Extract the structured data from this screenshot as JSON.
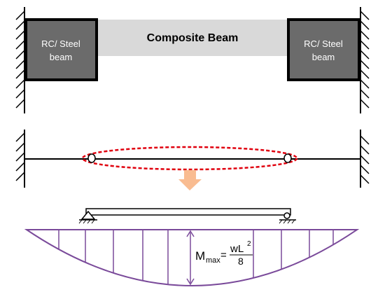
{
  "labels": {
    "composite_beam": "Composite Beam",
    "left_block_line1": "RC/ Steel",
    "left_block_line2": "beam",
    "right_block_line1": "RC/ Steel",
    "right_block_line2": "beam",
    "moment_symbol": "M",
    "moment_subscript": "max",
    "equals": "=",
    "numerator": "wL",
    "exponent": "2",
    "denominator": "8"
  },
  "colors": {
    "block_fill": "#6b6b6b",
    "composite_fill": "#d9d9d9",
    "highlight_ellipse": "#e0000e",
    "arrow": "#f9bc91",
    "moment_curve": "#7a4a9a",
    "line": "#000000"
  }
}
